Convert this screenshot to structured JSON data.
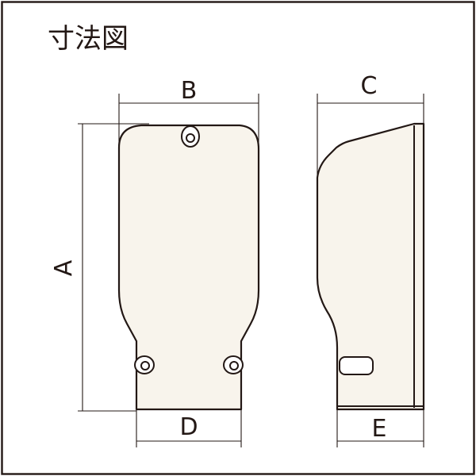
{
  "title": "寸法図",
  "dimensions": {
    "a": "A",
    "b": "B",
    "c": "C",
    "d": "D",
    "e": "E"
  },
  "colors": {
    "line": "#231815",
    "part_fill": "#f8f4ec",
    "background": "#ffffff"
  }
}
